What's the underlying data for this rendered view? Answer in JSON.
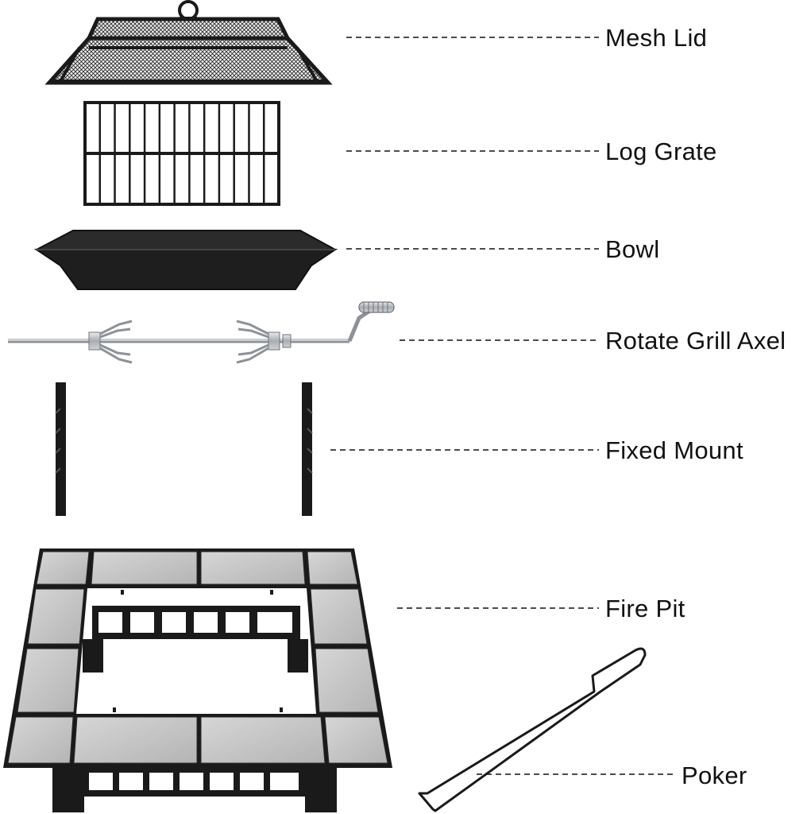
{
  "parts": [
    {
      "id": "mesh_lid",
      "label": "Mesh Lid"
    },
    {
      "id": "log_grate",
      "label": "Log Grate"
    },
    {
      "id": "bowl",
      "label": "Bowl"
    },
    {
      "id": "rotate_grill_axel",
      "label": "Rotate Grill Axel"
    },
    {
      "id": "fixed_mount",
      "label": "Fixed Mount"
    },
    {
      "id": "fire_pit",
      "label": "Fire Pit"
    },
    {
      "id": "poker",
      "label": "Poker"
    }
  ],
  "colors": {
    "metal_black": "#1a1a1a",
    "tile_light": "#c9c9c9",
    "tile_mid": "#b5b5b5",
    "chrome": "#b8bcc0",
    "label_text": "#111111"
  }
}
